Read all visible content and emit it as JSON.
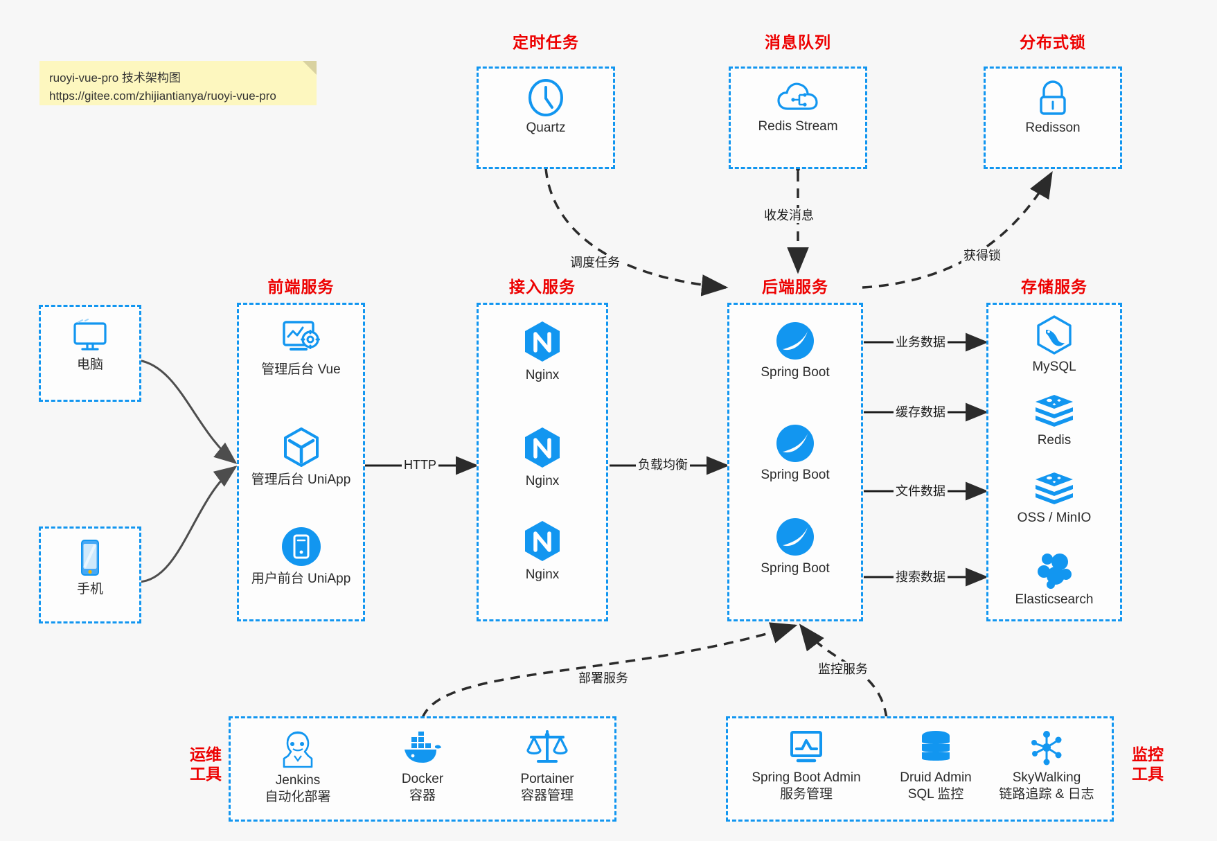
{
  "note": {
    "line1": "ruoyi-vue-pro 技术架构图",
    "line2": "https://gitee.com/zhijiantianya/ruoyi-vue-pro"
  },
  "colors": {
    "accent_blue": "#1296f0",
    "title_red": "#ed0000",
    "background": "#f7f7f7",
    "edge_gray": "#4d4d4d",
    "note_yellow": "#fdf7bf"
  },
  "groups": {
    "scheduled_task": {
      "title": "定时任务",
      "nodes": [
        {
          "label": "Quartz",
          "icon": "clock-icon"
        }
      ]
    },
    "message_queue": {
      "title": "消息队列",
      "nodes": [
        {
          "label": "Redis Stream",
          "icon": "cloud-stream-icon"
        }
      ]
    },
    "distributed_lock": {
      "title": "分布式锁",
      "nodes": [
        {
          "label": "Redisson",
          "icon": "lock-icon"
        }
      ]
    },
    "clients": {
      "nodes": [
        {
          "label": "电脑",
          "icon": "desktop-icon"
        },
        {
          "label": "手机",
          "icon": "mobile-icon"
        }
      ]
    },
    "frontend": {
      "title": "前端服务",
      "nodes": [
        {
          "label": "管理后台 Vue",
          "icon": "dashboard-gear-icon"
        },
        {
          "label": "管理后台 UniApp",
          "icon": "hexagon-cube-icon"
        },
        {
          "label": "用户前台 UniApp",
          "icon": "app-circle-icon"
        }
      ]
    },
    "gateway": {
      "title": "接入服务",
      "nodes": [
        {
          "label": "Nginx",
          "icon": "nginx-icon"
        },
        {
          "label": "Nginx",
          "icon": "nginx-icon"
        },
        {
          "label": "Nginx",
          "icon": "nginx-icon"
        }
      ]
    },
    "backend": {
      "title": "后端服务",
      "nodes": [
        {
          "label": "Spring Boot",
          "icon": "spring-boot-icon"
        },
        {
          "label": "Spring Boot",
          "icon": "spring-boot-icon"
        },
        {
          "label": "Spring Boot",
          "icon": "spring-boot-icon"
        }
      ]
    },
    "storage": {
      "title": "存储服务",
      "nodes": [
        {
          "label": "MySQL",
          "icon": "mysql-icon"
        },
        {
          "label": "Redis",
          "icon": "redis-icon"
        },
        {
          "label": "OSS / MinIO",
          "icon": "oss-minio-icon"
        },
        {
          "label": "Elasticsearch",
          "icon": "elasticsearch-icon"
        }
      ]
    },
    "devops": {
      "title": "运维\n工具",
      "title_line1": "运维",
      "title_line2": "工具",
      "nodes": [
        {
          "label": "Jenkins",
          "sub": "自动化部署",
          "icon": "jenkins-icon"
        },
        {
          "label": "Docker",
          "sub": "容器",
          "icon": "docker-icon"
        },
        {
          "label": "Portainer",
          "sub": "容器管理",
          "icon": "scales-icon"
        }
      ]
    },
    "monitor": {
      "title_line1": "监控",
      "title_line2": "工具",
      "nodes": [
        {
          "label": "Spring Boot Admin",
          "sub": "服务管理",
          "icon": "monitor-chart-icon"
        },
        {
          "label": "Druid Admin",
          "sub": "SQL 监控",
          "icon": "database-icon"
        },
        {
          "label": "SkyWalking",
          "sub": "链路追踪 & 日志",
          "icon": "skywalking-icon"
        }
      ]
    }
  },
  "edges": [
    {
      "id": "http",
      "label": "HTTP",
      "from": "frontend",
      "to": "gateway"
    },
    {
      "id": "load-balance",
      "label": "负载均衡",
      "from": "gateway",
      "to": "backend"
    },
    {
      "id": "schedule-task",
      "label": "调度任务",
      "from": "scheduled_task",
      "to": "backend"
    },
    {
      "id": "send-receive-message",
      "label": "收发消息",
      "from": "message_queue",
      "to": "backend"
    },
    {
      "id": "acquire-lock",
      "label": "获得锁",
      "from": "backend",
      "to": "distributed_lock"
    },
    {
      "id": "business-data",
      "label": "业务数据",
      "from": "backend",
      "to": "storage"
    },
    {
      "id": "cache-data",
      "label": "缓存数据",
      "from": "backend",
      "to": "storage"
    },
    {
      "id": "file-data",
      "label": "文件数据",
      "from": "backend",
      "to": "storage"
    },
    {
      "id": "search-data",
      "label": "搜索数据",
      "from": "backend",
      "to": "storage"
    },
    {
      "id": "deploy-service",
      "label": "部署服务",
      "from": "devops",
      "to": "backend"
    },
    {
      "id": "monitor-service",
      "label": "监控服务",
      "from": "monitor",
      "to": "backend"
    }
  ]
}
